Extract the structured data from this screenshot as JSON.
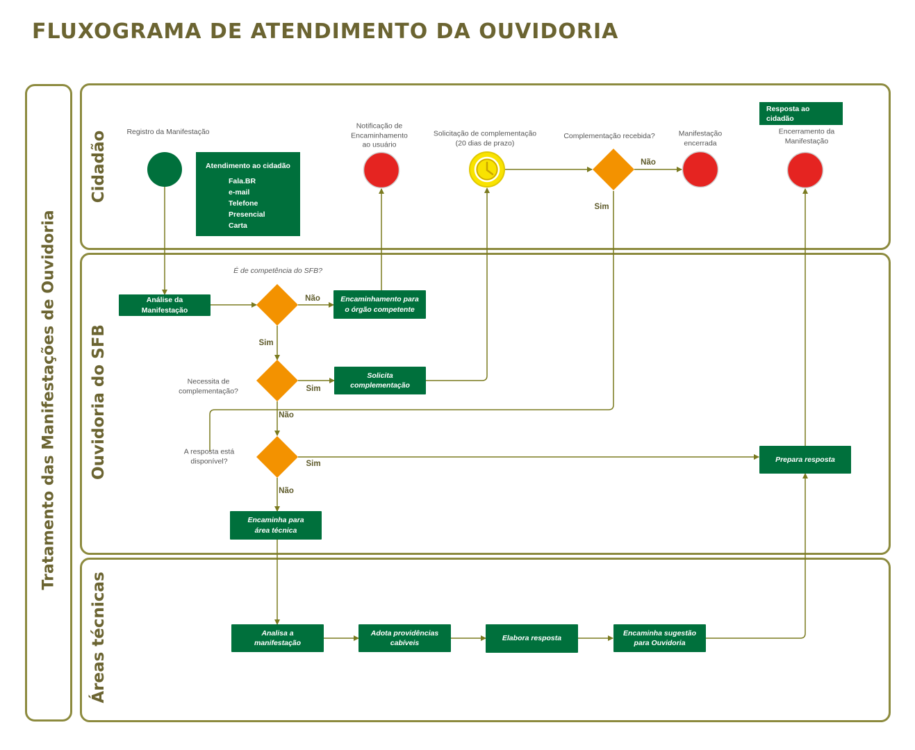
{
  "title": "FLUXOGRAMA DE ATENDIMENTO DA OUVIDORIA",
  "main_label": "Tratamento das Manifestações de Ouvidoria",
  "colors": {
    "title": "#6b6431",
    "frame": "#8c8a3e",
    "box": "#00703c",
    "start": "#00703c",
    "end": "#e52421",
    "decision": "#f39200",
    "arrow": "#7a7a1f",
    "clock": "#f9e300"
  },
  "lanes": {
    "cidadao": "Cidadão",
    "ouvidoria": "Ouvidoria do SFB",
    "areas": "Áreas técnicas"
  },
  "cidadao": {
    "registro_label": "Registro da Manifestação",
    "channels_title": "Atendimento ao cidadão",
    "channels": [
      "Fala.BR",
      "e-mail",
      "Telefone",
      "Presencial",
      "Carta"
    ],
    "notificacao_label": "Notificação de\nEncaminhamento\nao usuário",
    "solicitacao_label": "Solicitação de complementação\n(20 dias de prazo)",
    "complementacao_q": "Complementação recebida?",
    "encerrada_label": "Manifestação\nencerrada",
    "resposta_box": "Resposta ao\ncidadão",
    "encerramento_label": "Encerramento da\nManifestação"
  },
  "ouvidoria": {
    "analise": "Análise da\nManifestação",
    "competencia_q": "É de competência do SFB?",
    "encaminhamento": "Encaminhamento para\no órgão competente",
    "necessita_q": "Necessita de\ncomplementação?",
    "solicita": "Solicita\ncomplementação",
    "resposta_q": "A resposta está\ndisponível?",
    "prepara": "Prepara resposta",
    "encaminha_area": "Encaminha para\nárea técnica"
  },
  "areas": {
    "analisa": "Analisa a\nmanifestação",
    "adota": "Adota providências\ncabíveis",
    "elabora": "Elabora resposta",
    "sugestao": "Encaminha sugestão\npara Ouvidoria"
  },
  "edges": {
    "yes": "Sim",
    "no": "Não"
  }
}
